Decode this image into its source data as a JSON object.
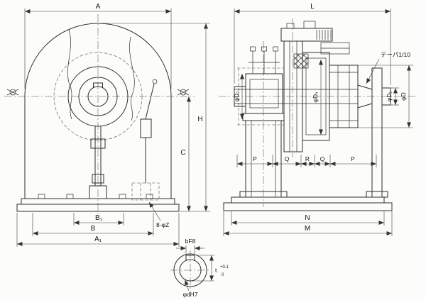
{
  "front_view": {
    "dim_a": "A",
    "dim_h": "H",
    "dim_c": "C",
    "dim_b1": "B₁",
    "dim_b": "B",
    "dim_a1": "A₁",
    "bolt_note": "8-φZ"
  },
  "side_view": {
    "dim_l": "L",
    "taper_note": "テーパ1/10",
    "dim_d2": "φD₂",
    "dim_d3": "φD₃",
    "dim_d1": "φD₁",
    "dim_d": "φD",
    "dim_p1": "P",
    "dim_q1": "Q",
    "dim_r": "R",
    "dim_q2": "Q",
    "dim_p2": "P",
    "dim_n": "N",
    "dim_m": "M"
  },
  "shaft_detail": {
    "keyway_width": "bF8",
    "keyway_depth": "t",
    "tol_upper": "+0.1",
    "tol_lower": "0",
    "bore_dia": "φdH7"
  },
  "colors": {
    "line": "#2e2e2e",
    "paper": "#fcfcfa"
  }
}
